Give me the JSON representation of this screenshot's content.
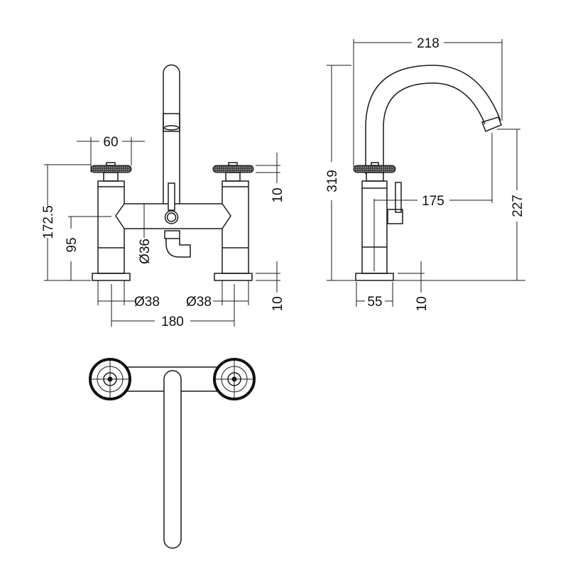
{
  "drawing": {
    "front_view": {
      "handle_width": "60",
      "overall_height": "172.5",
      "body_height": "95",
      "body_diameter": "Ø36",
      "left_pillar_diameter": "Ø38",
      "right_pillar_diameter": "Ø38",
      "centres": "180",
      "handle_thickness": "10",
      "base_thickness": "10"
    },
    "side_view": {
      "spout_reach_overall": "218",
      "overall_height": "319",
      "spout_outlet_height": "227",
      "spout_reach": "175",
      "pillar_width": "55",
      "base_thickness": "10"
    },
    "colors": {
      "line": "#1a1a1a",
      "background": "#ffffff"
    }
  }
}
